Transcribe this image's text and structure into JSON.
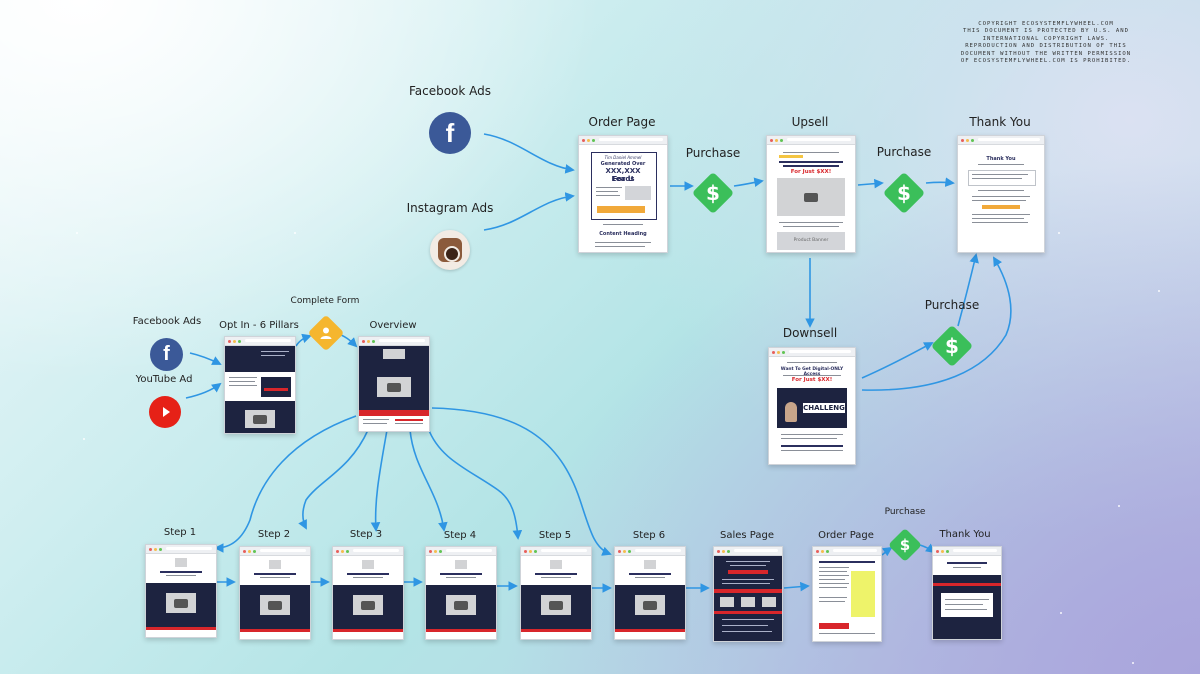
{
  "copyright": [
    "COPYRIGHT ECOSYSTEMFLYWHEEL.COM",
    "THIS DOCUMENT IS PROTECTED BY U.S. AND",
    "INTERNATIONAL COPYRIGHT LAWS.",
    "REPRODUCTION AND DISTRIBUTION OF THIS",
    "DOCUMENT WITHOUT THE WRITTEN PERMISSION",
    "OF ECOSYSTEMFLYWHEEL.COM IS PROHIBITED."
  ],
  "top_funnel": {
    "sources": {
      "facebook": "Facebook Ads",
      "instagram": "Instagram Ads"
    },
    "order_page": {
      "label": "Order Page",
      "brand": "Tim Daniel Ammel",
      "headline_1": "Generated Over",
      "headline_2": "XXX,XXX Leads",
      "headline_3": "For U",
      "section": "Content Heading"
    },
    "purchase_1": "Purchase",
    "upsell": {
      "label": "Upsell",
      "price": "For Just $XX!",
      "button": "Product Banner"
    },
    "purchase_2": "Purchase",
    "thank_you": {
      "label": "Thank You",
      "heading": "Thank You"
    },
    "downsell": {
      "label": "Downsell",
      "headline": "Want To Get Digital-ONLY Access",
      "price": "For Just $XX!",
      "video_text": "CHALLENG"
    },
    "purchase_3": "Purchase"
  },
  "bottom_funnel": {
    "sources": {
      "facebook": "Facebook Ads",
      "youtube": "YouTube Ad"
    },
    "opt_in": "Opt In - 6 Pillars",
    "complete_form": "Complete Form",
    "overview": "Overview",
    "steps": [
      "Step 1",
      "Step 2",
      "Step 3",
      "Step 4",
      "Step 5",
      "Step 6"
    ],
    "sales_page": "Sales Page",
    "order_page": "Order Page",
    "purchase": "Purchase",
    "thank_you": "Thank You"
  },
  "colors": {
    "arrow": "#2f96e3",
    "money": "#3bbf5a",
    "form": "#f5b62e",
    "facebook": "#3b5998",
    "youtube": "#e62117",
    "navy": "#1d2340",
    "red": "#d8262b"
  },
  "icons": [
    "facebook-icon",
    "instagram-icon",
    "youtube-icon",
    "dollar-icon",
    "user-icon"
  ]
}
